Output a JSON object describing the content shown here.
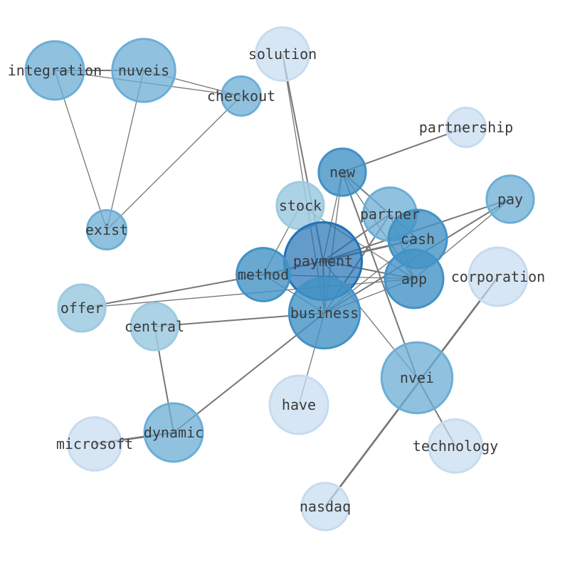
{
  "graph": {
    "nodes": [
      {
        "id": "integration",
        "label": "integration",
        "weight": 4,
        "tone": 2
      },
      {
        "id": "nuveis",
        "label": "nuveis",
        "weight": 5,
        "tone": 2
      },
      {
        "id": "checkout",
        "label": "checkout",
        "weight": 1,
        "tone": 2
      },
      {
        "id": "solution",
        "label": "solution",
        "weight": 3,
        "tone": 0
      },
      {
        "id": "partnership",
        "label": "partnership",
        "weight": 1,
        "tone": 0
      },
      {
        "id": "new",
        "label": "new",
        "weight": 2,
        "tone": 3
      },
      {
        "id": "stock",
        "label": "stock",
        "weight": 2,
        "tone": 1
      },
      {
        "id": "partner",
        "label": "partner",
        "weight": 3,
        "tone": 2
      },
      {
        "id": "pay",
        "label": "pay",
        "weight": 2,
        "tone": 2
      },
      {
        "id": "cash",
        "label": "cash",
        "weight": 4,
        "tone": 3
      },
      {
        "id": "exist",
        "label": "exist",
        "weight": 1,
        "tone": 2
      },
      {
        "id": "payment",
        "label": "payment",
        "weight": 9,
        "tone": 4
      },
      {
        "id": "method",
        "label": "method",
        "weight": 3,
        "tone": 3
      },
      {
        "id": "app",
        "label": "app",
        "weight": 4,
        "tone": 3
      },
      {
        "id": "corporation",
        "label": "corporation",
        "weight": 4,
        "tone": 0
      },
      {
        "id": "offer",
        "label": "offer",
        "weight": 2,
        "tone": 1
      },
      {
        "id": "central",
        "label": "central",
        "weight": 2,
        "tone": 1
      },
      {
        "id": "business",
        "label": "business",
        "weight": 7,
        "tone": 3
      },
      {
        "id": "nvei",
        "label": "nvei",
        "weight": 7,
        "tone": 2
      },
      {
        "id": "have",
        "label": "have",
        "weight": 4,
        "tone": 0
      },
      {
        "id": "microsoft",
        "label": "microsoft",
        "weight": 3,
        "tone": 0
      },
      {
        "id": "dynamic",
        "label": "dynamic",
        "weight": 4,
        "tone": 2
      },
      {
        "id": "technology",
        "label": "technology",
        "weight": 3,
        "tone": 0
      },
      {
        "id": "nasdaq",
        "label": "nasdaq",
        "weight": 2,
        "tone": 0
      }
    ],
    "edges": [
      {
        "source": "integration",
        "target": "nuveis",
        "w": 2
      },
      {
        "source": "integration",
        "target": "checkout",
        "w": 1
      },
      {
        "source": "nuveis",
        "target": "checkout",
        "w": 1
      },
      {
        "source": "integration",
        "target": "exist",
        "w": 1
      },
      {
        "source": "nuveis",
        "target": "exist",
        "w": 1
      },
      {
        "source": "checkout",
        "target": "exist",
        "w": 1
      },
      {
        "source": "solution",
        "target": "payment",
        "w": 2
      },
      {
        "source": "solution",
        "target": "business",
        "w": 1
      },
      {
        "source": "partnership",
        "target": "new",
        "w": 2
      },
      {
        "source": "new",
        "target": "payment",
        "w": 1
      },
      {
        "source": "new",
        "target": "business",
        "w": 1
      },
      {
        "source": "new",
        "target": "cash",
        "w": 2
      },
      {
        "source": "new",
        "target": "app",
        "w": 1
      },
      {
        "source": "new",
        "target": "nvei",
        "w": 2
      },
      {
        "source": "stock",
        "target": "method",
        "w": 1
      },
      {
        "source": "stock",
        "target": "app",
        "w": 1
      },
      {
        "source": "partner",
        "target": "payment",
        "w": 2
      },
      {
        "source": "partner",
        "target": "business",
        "w": 2
      },
      {
        "source": "partner",
        "target": "app",
        "w": 1
      },
      {
        "source": "pay",
        "target": "payment",
        "w": 2
      },
      {
        "source": "pay",
        "target": "business",
        "w": 2
      },
      {
        "source": "pay",
        "target": "app",
        "w": 1
      },
      {
        "source": "cash",
        "target": "payment",
        "w": 3
      },
      {
        "source": "cash",
        "target": "business",
        "w": 1
      },
      {
        "source": "payment",
        "target": "method",
        "w": 2
      },
      {
        "source": "payment",
        "target": "app",
        "w": 2
      },
      {
        "source": "payment",
        "target": "business",
        "w": 2
      },
      {
        "source": "payment",
        "target": "nvei",
        "w": 1
      },
      {
        "source": "method",
        "target": "offer",
        "w": 2
      },
      {
        "source": "method",
        "target": "business",
        "w": 1
      },
      {
        "source": "method",
        "target": "app",
        "w": 1
      },
      {
        "source": "app",
        "target": "business",
        "w": 1
      },
      {
        "source": "app",
        "target": "offer",
        "w": 1
      },
      {
        "source": "central",
        "target": "business",
        "w": 2
      },
      {
        "source": "central",
        "target": "dynamic",
        "w": 2
      },
      {
        "source": "business",
        "target": "dynamic",
        "w": 2
      },
      {
        "source": "business",
        "target": "have",
        "w": 1
      },
      {
        "source": "microsoft",
        "target": "dynamic",
        "w": 3
      },
      {
        "source": "corporation",
        "target": "nasdaq",
        "w": 3
      },
      {
        "source": "nvei",
        "target": "technology",
        "w": 2
      }
    ],
    "tones": [
      "#c6dbef",
      "#9ecae1",
      "#6baed6",
      "#4292c6",
      "#2171b5"
    ]
  }
}
